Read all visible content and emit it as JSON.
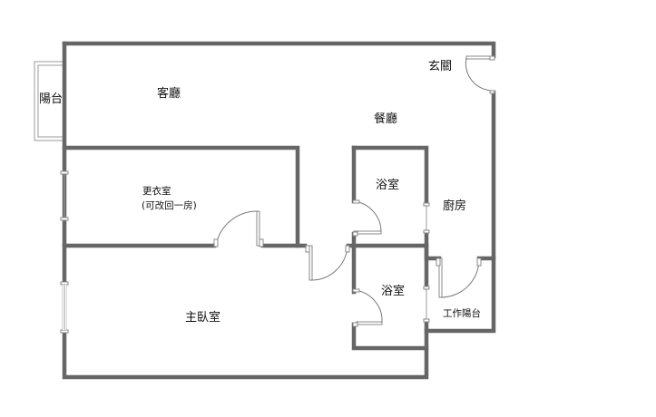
{
  "floorplan": {
    "rooms": {
      "living_room": "客廳",
      "balcony": "陽台",
      "entrance": "玄關",
      "dining_room": "餐廳",
      "walk_in_closet": "更衣室",
      "walk_in_closet_note": "(可改回一房)",
      "bathroom_1": "浴室",
      "kitchen": "廚房",
      "bathroom_2": "浴室",
      "utility_balcony": "工作陽台",
      "master_bedroom": "主臥室"
    },
    "colors": {
      "wall": "#666666",
      "background": "#ffffff"
    }
  }
}
